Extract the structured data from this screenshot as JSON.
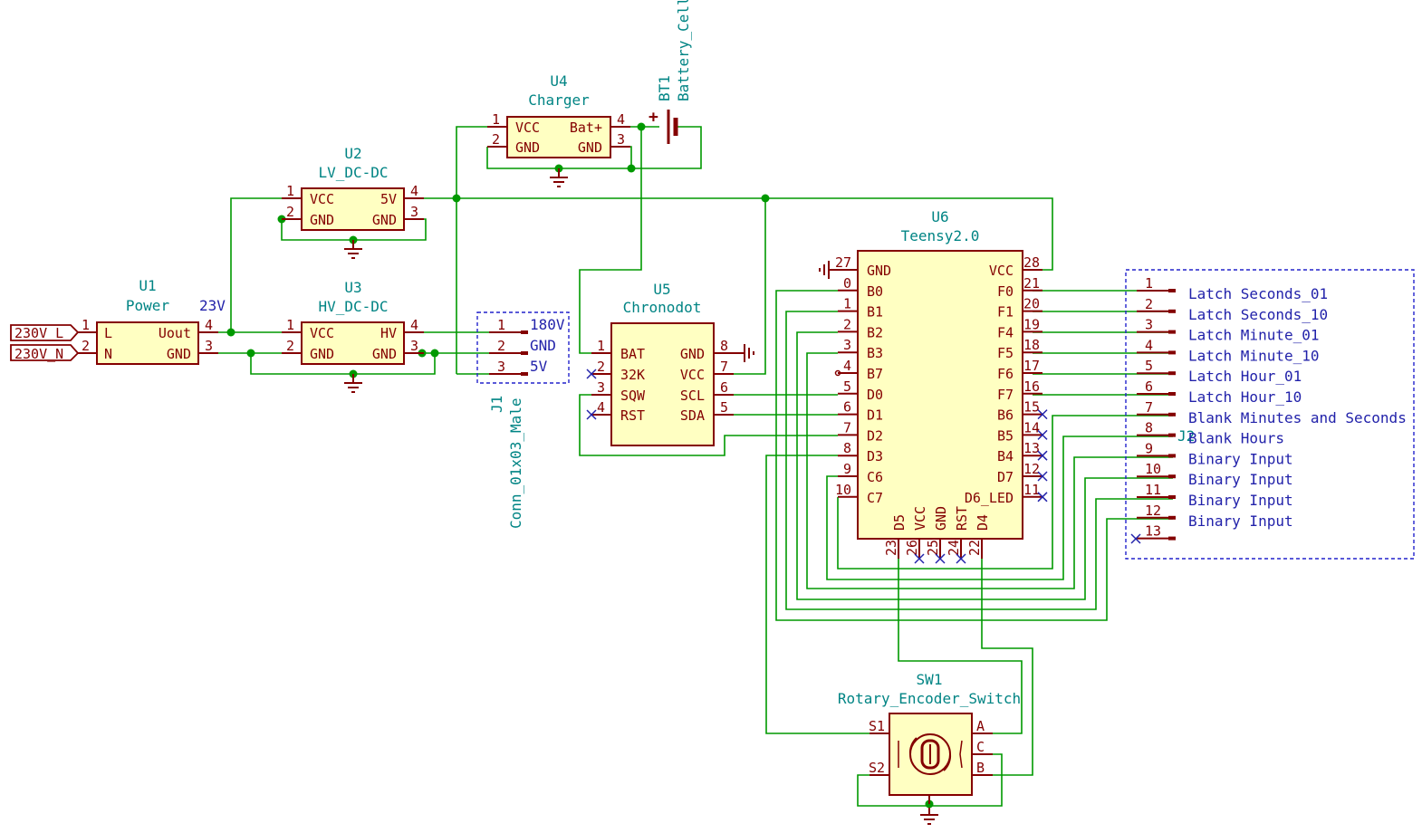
{
  "symbols": {
    "U1": {
      "ref": "U1",
      "value": "Power",
      "pins": [
        {
          "num": "1",
          "name": "L"
        },
        {
          "num": "2",
          "name": "N"
        },
        {
          "num": "4",
          "name": "Uout"
        },
        {
          "num": "3",
          "name": "GND"
        }
      ]
    },
    "U2": {
      "ref": "U2",
      "value": "LV_DC-DC",
      "pins": [
        {
          "num": "1",
          "name": "VCC"
        },
        {
          "num": "2",
          "name": "GND"
        },
        {
          "num": "4",
          "name": "5V"
        },
        {
          "num": "3",
          "name": "GND"
        }
      ]
    },
    "U3": {
      "ref": "U3",
      "value": "HV_DC-DC",
      "pins": [
        {
          "num": "1",
          "name": "VCC"
        },
        {
          "num": "2",
          "name": "GND"
        },
        {
          "num": "4",
          "name": "HV"
        },
        {
          "num": "3",
          "name": "GND"
        }
      ]
    },
    "U4": {
      "ref": "U4",
      "value": "Charger",
      "pins": [
        {
          "num": "1",
          "name": "VCC"
        },
        {
          "num": "2",
          "name": "GND"
        },
        {
          "num": "4",
          "name": "Bat+"
        },
        {
          "num": "3",
          "name": "GND"
        }
      ]
    },
    "U5": {
      "ref": "U5",
      "value": "Chronodot",
      "pins": [
        {
          "num": "1",
          "name": "BAT"
        },
        {
          "num": "2",
          "name": "32K"
        },
        {
          "num": "3",
          "name": "SQW"
        },
        {
          "num": "4",
          "name": "RST"
        },
        {
          "num": "8",
          "name": "GND"
        },
        {
          "num": "7",
          "name": "VCC"
        },
        {
          "num": "6",
          "name": "SCL"
        },
        {
          "num": "5",
          "name": "SDA"
        }
      ]
    },
    "U6": {
      "ref": "U6",
      "value": "Teensy2.0",
      "left": [
        {
          "num": "27",
          "name": "GND"
        },
        {
          "num": "0",
          "name": "B0"
        },
        {
          "num": "1",
          "name": "B1"
        },
        {
          "num": "2",
          "name": "B2"
        },
        {
          "num": "3",
          "name": "B3"
        },
        {
          "num": "4",
          "name": "B7"
        },
        {
          "num": "5",
          "name": "D0"
        },
        {
          "num": "6",
          "name": "D1"
        },
        {
          "num": "7",
          "name": "D2"
        },
        {
          "num": "8",
          "name": "D3"
        },
        {
          "num": "9",
          "name": "C6"
        },
        {
          "num": "10",
          "name": "C7"
        }
      ],
      "right": [
        {
          "num": "28",
          "name": "VCC"
        },
        {
          "num": "21",
          "name": "F0"
        },
        {
          "num": "20",
          "name": "F1"
        },
        {
          "num": "19",
          "name": "F4"
        },
        {
          "num": "18",
          "name": "F5"
        },
        {
          "num": "17",
          "name": "F6"
        },
        {
          "num": "16",
          "name": "F7"
        },
        {
          "num": "15",
          "name": "B6"
        },
        {
          "num": "14",
          "name": "B5"
        },
        {
          "num": "13",
          "name": "B4"
        },
        {
          "num": "12",
          "name": "D7"
        },
        {
          "num": "11",
          "name": "D6_LED"
        }
      ],
      "bottom": [
        {
          "num": "23",
          "name": "D5"
        },
        {
          "num": "26",
          "name": "VCC"
        },
        {
          "num": "25",
          "name": "GND"
        },
        {
          "num": "24",
          "name": "RST"
        },
        {
          "num": "22",
          "name": "D4"
        }
      ]
    },
    "BT1": {
      "ref": "BT1",
      "value": "Battery_Cell",
      "pins": [
        {
          "num": "+"
        }
      ]
    },
    "J1": {
      "ref": "J1",
      "value": "Conn_01x03_Male",
      "pins": [
        {
          "num": "1",
          "net": "180V"
        },
        {
          "num": "2",
          "net": "GND"
        },
        {
          "num": "3",
          "net": "5V"
        }
      ]
    },
    "J2": {
      "ref": "J2",
      "pins": [
        {
          "num": "1",
          "label": "Latch Seconds_01"
        },
        {
          "num": "2",
          "label": "Latch Seconds_10"
        },
        {
          "num": "3",
          "label": "Latch Minute_01"
        },
        {
          "num": "4",
          "label": "Latch Minute_10"
        },
        {
          "num": "5",
          "label": "Latch Hour_01"
        },
        {
          "num": "6",
          "label": "Latch Hour_10"
        },
        {
          "num": "7",
          "label": "Blank Minutes and Seconds"
        },
        {
          "num": "8",
          "label": "Blank Hours"
        },
        {
          "num": "9",
          "label": "Binary Input"
        },
        {
          "num": "10",
          "label": "Binary Input"
        },
        {
          "num": "11",
          "label": "Binary Input"
        },
        {
          "num": "12",
          "label": "Binary Input"
        },
        {
          "num": "13",
          "label": ""
        }
      ]
    },
    "SW1": {
      "ref": "SW1",
      "value": "Rotary_Encoder_Switch",
      "pins": [
        {
          "name": "S1"
        },
        {
          "name": "S2"
        },
        {
          "name": "A"
        },
        {
          "name": "C"
        },
        {
          "name": "B"
        }
      ]
    }
  },
  "labels": {
    "in_l": "230V_L",
    "in_n": "230V_N",
    "net_23v": "23V"
  },
  "colors": {
    "component_fill": "#ffffc2",
    "component_stroke": "#840000",
    "wire": "#009900",
    "ref_text": "#008484",
    "net_text": "#2222aa"
  }
}
